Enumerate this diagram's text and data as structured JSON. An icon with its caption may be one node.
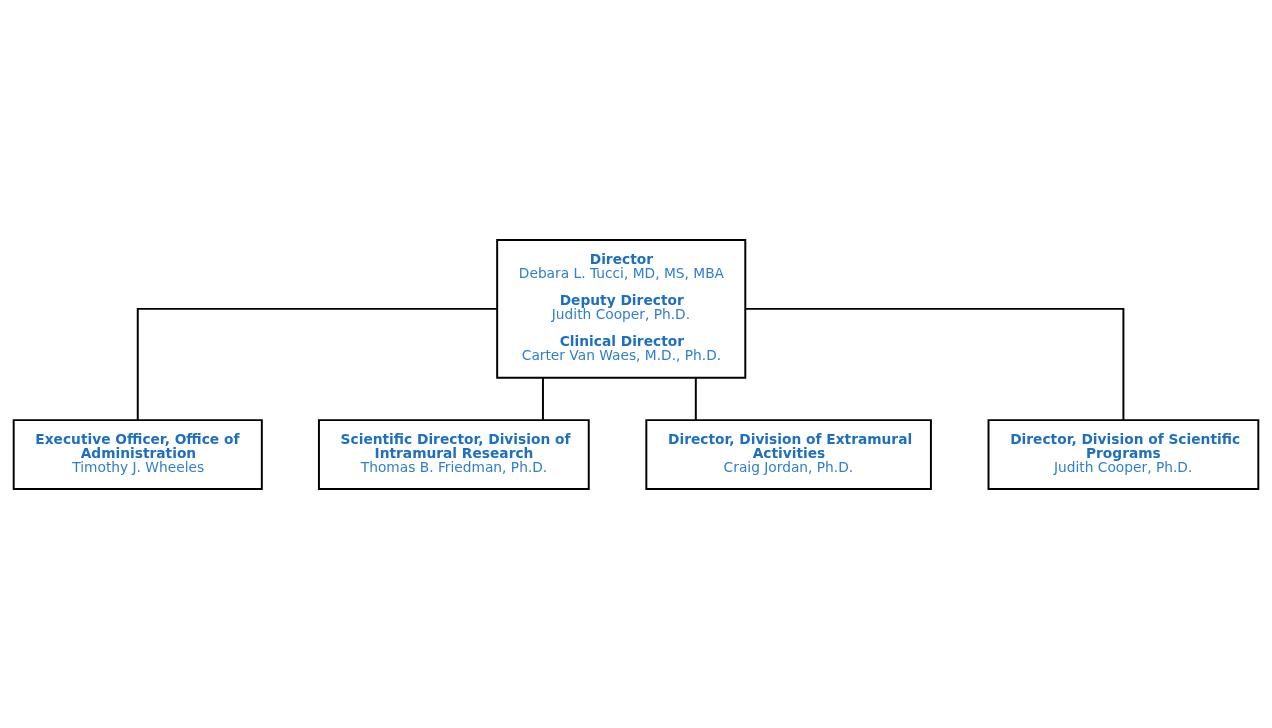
{
  "diagram": {
    "nodes": [
      {
        "text": [
          "Director",
          "Debara L. Tucci, MD, MS, MBA",
          "Deputy Director",
          "Judith Cooper, Ph.D.",
          "Clinical Director",
          "Carter Van Waes, M.D., Ph.D."
        ]
      },
      {
        "text": [
          "Executive Officer, Office of Administration",
          "Timothy J. Wheeles"
        ]
      },
      {
        "text": [
          "Scientific Director, Division of Intramural Research",
          "Thomas B. Friedman, Ph.D."
        ]
      },
      {
        "text": [
          "Director, Division of Extramural Activities",
          "Craig Jordan, Ph.D."
        ]
      },
      {
        "text": [
          "Director, Division of Scientific Programs",
          "Judith Cooper, Ph.D."
        ]
      }
    ],
    "edges": [
      {
        "from": 0,
        "to": 1,
        "arrow": "none"
      },
      {
        "from": 0,
        "to": 2,
        "arrow": "none"
      },
      {
        "from": 0,
        "to": 3,
        "arrow": "none"
      },
      {
        "from": 0,
        "to": 4,
        "arrow": "none"
      }
    ]
  }
}
